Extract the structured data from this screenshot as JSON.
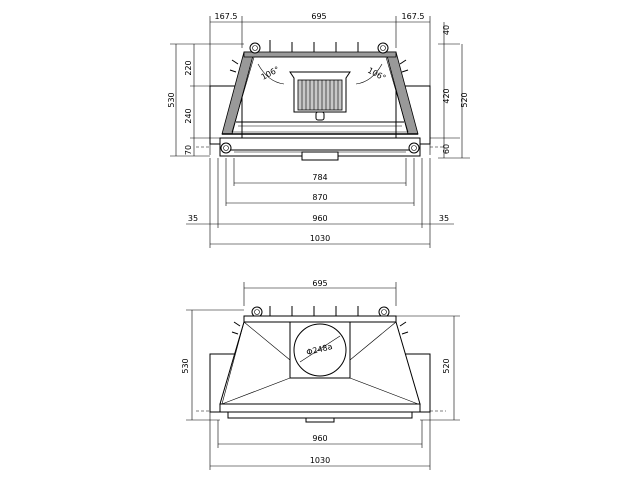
{
  "top_view": {
    "dims_top": [
      "167.5",
      "695",
      "167.5"
    ],
    "dims_right_small": [
      "40",
      "60"
    ],
    "dim_right_large": "520",
    "dim_right_mid": "420",
    "dims_left": [
      "530",
      "220",
      "240",
      "70"
    ],
    "dims_bottom": [
      "784",
      "870",
      "960",
      "1030"
    ],
    "dims_side": [
      "35",
      "35"
    ],
    "angle_labels": [
      "106°",
      "106°"
    ]
  },
  "front_view": {
    "dim_top": "695",
    "dim_left": "530",
    "dim_right": "520",
    "duct_label": "Φ248a",
    "dims_bottom": [
      "960",
      "1030"
    ]
  }
}
